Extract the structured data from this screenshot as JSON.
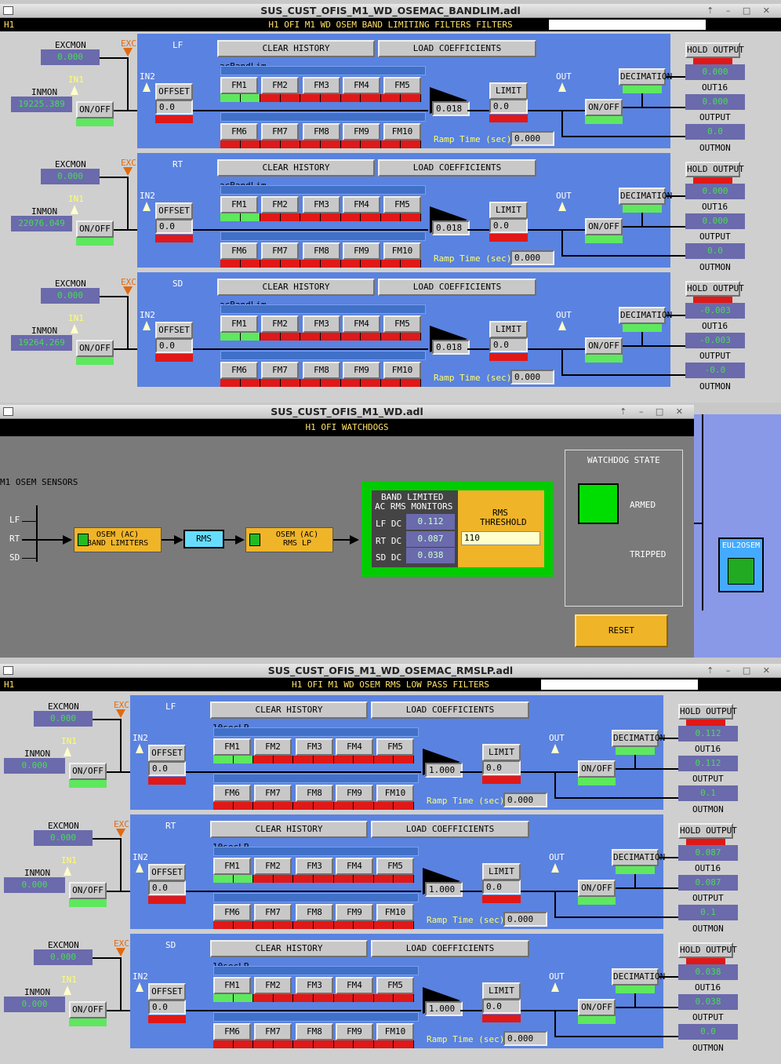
{
  "top": {
    "title": "SUS_CUST_OFIS_M1_WD_OSEMAC_BANDLIM.adl",
    "site": "H1",
    "header": "H1 OFI M1 WD OSEM BAND LIMITING FILTERS FILTERS",
    "filter_label": "acBandLim",
    "gain": "0.018",
    "panels": [
      {
        "name": "LF",
        "excmon": "0.000",
        "inmon": "19225.389",
        "out_vals": [
          "0.000",
          "0.000",
          "0.0"
        ]
      },
      {
        "name": "RT",
        "excmon": "0.000",
        "inmon": "22076.049",
        "out_vals": [
          "0.000",
          "0.000",
          "0.0"
        ]
      },
      {
        "name": "SD",
        "excmon": "0.000",
        "inmon": "19264.269",
        "out_vals": [
          "-0.003",
          "-0.003",
          "-0.0"
        ]
      }
    ]
  },
  "bottom": {
    "title": "SUS_CUST_OFIS_M1_WD_OSEMAC_RMSLP.adl",
    "site": "H1",
    "header": "H1 OFI M1 WD OSEM RMS LOW PASS FILTERS",
    "filter_label": "10secLP",
    "gain": "1.000",
    "panels": [
      {
        "name": "LF",
        "excmon": "0.000",
        "inmon": "0.000",
        "out_vals": [
          "0.112",
          "0.112",
          "0.1"
        ]
      },
      {
        "name": "RT",
        "excmon": "0.000",
        "inmon": "0.000",
        "out_vals": [
          "0.087",
          "0.087",
          "0.1"
        ]
      },
      {
        "name": "SD",
        "excmon": "0.000",
        "inmon": "0.000",
        "out_vals": [
          "0.038",
          "0.038",
          "0.0"
        ]
      }
    ]
  },
  "common": {
    "excmon": "EXCMON",
    "exc": "EXC",
    "inmon": "INMON",
    "in1": "IN1",
    "in2": "IN2",
    "onoff": "ON/OFF",
    "offset": "OFFSET",
    "offset_val": "0.0",
    "clear": "CLEAR HISTORY",
    "load": "LOAD COEFFICIENTS",
    "fm": [
      "FM1",
      "FM2",
      "FM3",
      "FM4",
      "FM5",
      "FM6",
      "FM7",
      "FM8",
      "FM9",
      "FM10"
    ],
    "limit": "LIMIT",
    "limit_val": "0.0",
    "out": "OUT",
    "decimation": "DECIMATION",
    "hold": "HOLD OUTPUT",
    "out16": "OUT16",
    "output": "OUTPUT",
    "outmon": "OUTMON",
    "ramp": "Ramp Time (sec):",
    "ramp_val": "0.000"
  },
  "wd": {
    "title": "SUS_CUST_OFIS_M1_WD.adl",
    "header": "H1 OFI WATCHDOGS",
    "sensors": "M1 OSEM SENSORS",
    "lf": "LF",
    "rt": "RT",
    "sd": "SD",
    "bl1": "OSEM (AC)",
    "bl2": "BAND LIMITERS",
    "rms": "RMS",
    "lp1": "OSEM (AC)",
    "lp2": "RMS LP",
    "mon1": "BAND LIMITED",
    "mon2": "AC RMS MONITORS",
    "lfdc": "LF DC",
    "rtdc": "RT DC",
    "sddc": "SD DC",
    "lfv": "0.112",
    "rtv": "0.087",
    "sdv": "0.038",
    "th1": "RMS",
    "th2": "THRESHOLD",
    "th_val": "110",
    "state": "WATCHDOG STATE",
    "armed": "ARMED",
    "tripped": "TRIPPED",
    "reset": "RESET",
    "eul": "EUL2OSEM"
  },
  "colors": {
    "panel_blue": "#5a82e0",
    "value_bg": "#6a6aac",
    "value_text": "#4cd95a",
    "on": "#5ee85e",
    "off": "#e01818",
    "armed": "#00dd00",
    "yellow_box": "#f0b428"
  }
}
